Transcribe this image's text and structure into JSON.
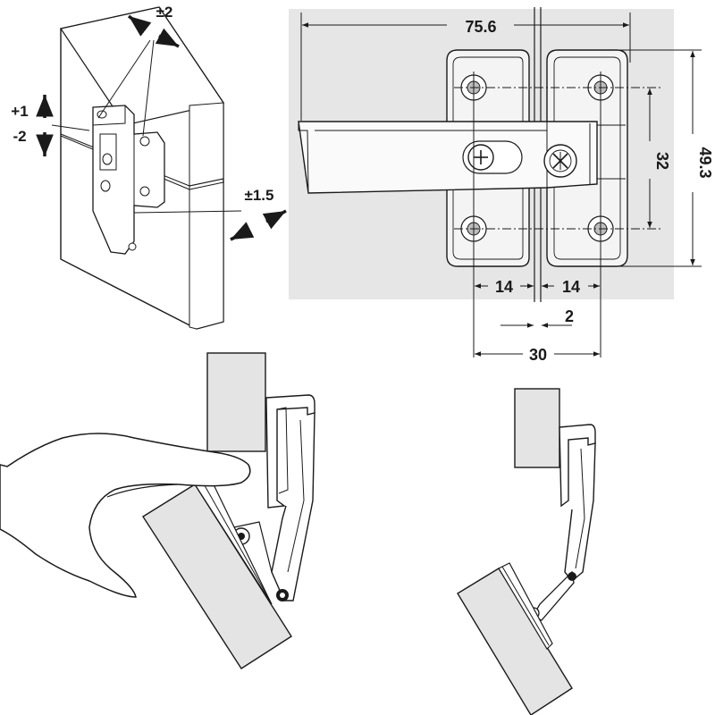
{
  "adjustments": {
    "depth_label": "±2",
    "height_plus_label": "+1",
    "height_minus_label": "-2",
    "side_label": "±1.5"
  },
  "dimensions": {
    "overall_width": "75.6",
    "overall_height": "49.3",
    "hole_spacing": "32",
    "offset_left": "14",
    "offset_right": "14",
    "gap": "2",
    "hole_distance": "30"
  },
  "colors": {
    "background_panel": "#e6e6e6",
    "line": "#1a1a1a",
    "wood": "#e4e4e4",
    "skin": "#ffffff"
  }
}
